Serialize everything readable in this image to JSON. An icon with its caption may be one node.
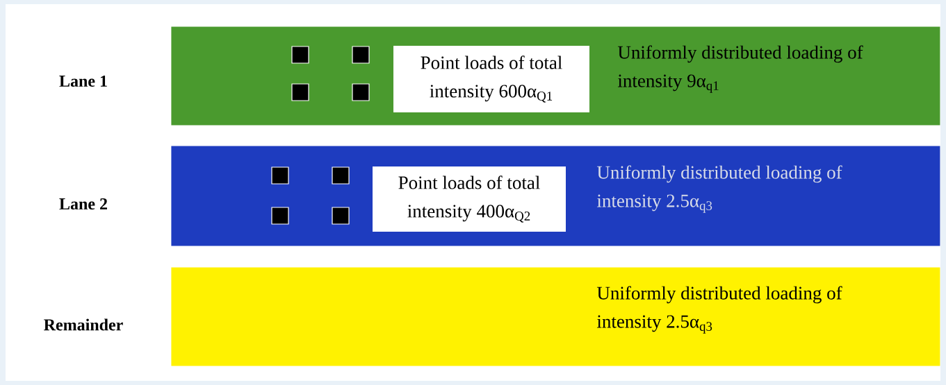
{
  "diagram": {
    "nodes": [
      {
        "text": [
          "Lane 1",
          "Uniformly distributed loading of intensity 9α$_{q1}$"
        ]
      },
      {
        "text": [
          "Point loads of total intensity 600α$_{Q1}$"
        ],
        "in": 0
      },
      {
        "text": [
          "Lane 2",
          "Uniformly distributed loading of intensity 2.5α$_{q3}$"
        ]
      },
      {
        "text": [
          "Point loads of total intensity 400α$_{Q2}$"
        ],
        "in": 2
      },
      {
        "text": [
          "Remainder",
          "Uniformly distributed loading of intensity 2.5α$_{q3}$"
        ]
      }
    ]
  }
}
